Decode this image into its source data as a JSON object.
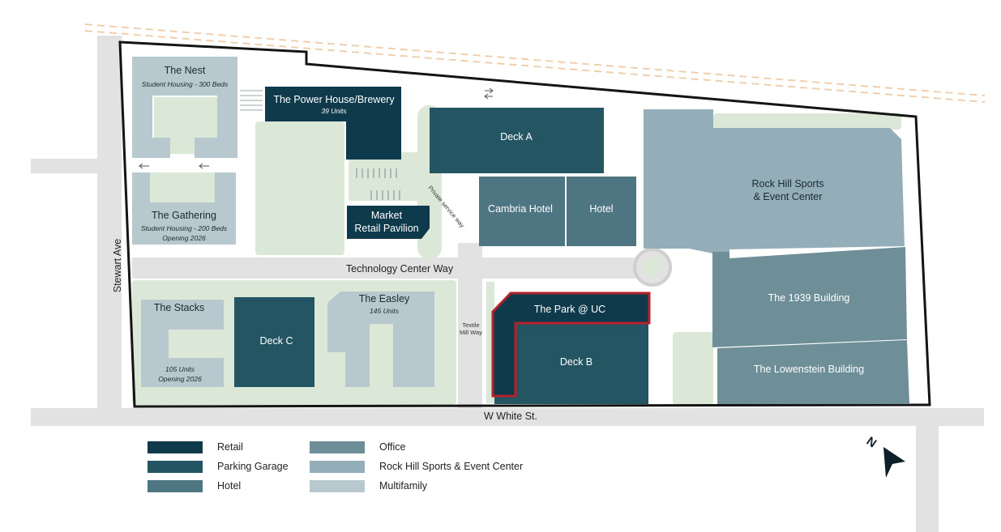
{
  "colors": {
    "retail": "#0e3a4c",
    "parking": "#245563",
    "hotel": "#4e7682",
    "office": "#6e8e98",
    "sports": "#93aeb8",
    "multifamily": "#b7c8ce",
    "green": "#dbe8d7",
    "road": "#e2e2e2",
    "highlight": "#b5212a"
  },
  "streets": {
    "stewart_ave": "Stewart Ave",
    "technology_center_way": "Technology Center Way",
    "w_white_st": "W White St.",
    "private_service_way": "Private service way",
    "textile_mill_way_1": "Textile",
    "textile_mill_way_2": "Mill Way"
  },
  "buildings": {
    "the_nest": {
      "name": "The Nest",
      "sub": "Student Housing - 300 Beds"
    },
    "power_house": {
      "name": "The Power House/Brewery",
      "sub": "39 Units"
    },
    "deck_a": {
      "name": "Deck A"
    },
    "rock_hill_sports": {
      "name1": "Rock Hill Sports",
      "name2": "& Event Center"
    },
    "cambria_hotel": {
      "name": "Cambria Hotel"
    },
    "hotel": {
      "name": "Hotel"
    },
    "the_gathering": {
      "name": "The Gathering",
      "sub1": "Student Housing - 200 Beds",
      "sub2": "Opening 2026"
    },
    "market_pavilion": {
      "name1": "Market",
      "name2": "Retail Pavilion"
    },
    "the_stacks": {
      "name": "The Stacks",
      "sub1": "105 Units",
      "sub2": "Opening 2026"
    },
    "deck_c": {
      "name": "Deck C"
    },
    "the_easley": {
      "name": "The Easley",
      "sub": "145 Units"
    },
    "the_park": {
      "name": "The Park @ UC"
    },
    "deck_b": {
      "name": "Deck B"
    },
    "the_1939": {
      "name": "The 1939 Building"
    },
    "lowenstein": {
      "name": "The Lowenstein Building"
    }
  },
  "legend": [
    {
      "label": "Retail",
      "color_key": "retail"
    },
    {
      "label": "Parking Garage",
      "color_key": "parking"
    },
    {
      "label": "Hotel",
      "color_key": "hotel"
    },
    {
      "label": "Office",
      "color_key": "office"
    },
    {
      "label": "Rock Hill Sports & Event Center",
      "color_key": "sports"
    },
    {
      "label": "Multifamily",
      "color_key": "multifamily"
    }
  ],
  "north_arrow": {
    "letter": "N",
    "icon": "north-arrow-icon"
  }
}
